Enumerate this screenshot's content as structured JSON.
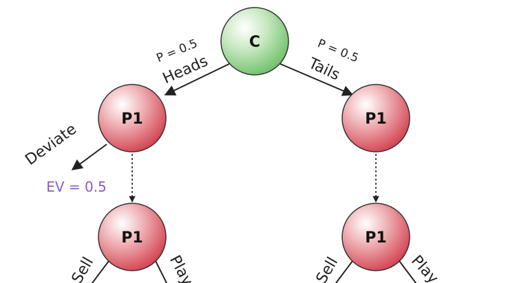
{
  "colors": {
    "chance_node": "#7ec97a",
    "player_node": "#d9505e",
    "ev_text": "#8a5cc4",
    "edge": "#222222"
  },
  "nodes": {
    "chance": {
      "label": "C"
    },
    "p1_heads": {
      "label": "P1"
    },
    "p1_tails": {
      "label": "P1"
    },
    "p1_heads_lower": {
      "label": "P1"
    },
    "p1_tails_lower": {
      "label": "P1"
    }
  },
  "edges": {
    "heads": {
      "label": "Heads",
      "probability": "P = 0.5"
    },
    "tails": {
      "label": "Tails",
      "probability": "P = 0.5"
    },
    "deviate": {
      "label": "Deviate"
    },
    "heads_sell": {
      "label": "Sell"
    },
    "heads_play": {
      "label": "Play"
    },
    "tails_sell": {
      "label": "Sell"
    },
    "tails_play": {
      "label": "Play"
    }
  },
  "outcomes": {
    "deviate_ev": "EV = 0.5"
  }
}
